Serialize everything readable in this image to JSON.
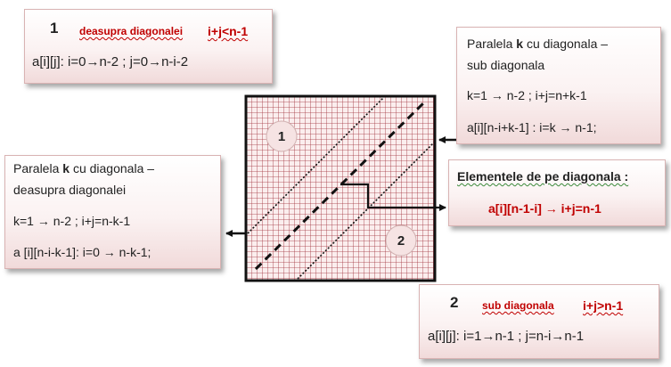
{
  "box_upper": {
    "number": "1",
    "title": "deasupra diagonalei",
    "condition": "i+j<n-1",
    "loop": "a[i][j]:  i=0→n-2 ; j=0→n-i-2"
  },
  "box_parallel_below": {
    "line1_a": "Paralela ",
    "line1_k": "k",
    "line1_b": " cu diagonala –",
    "line2": "sub diagonala",
    "line3": "k=1 → n-2 ;  i+j=n+k-1",
    "line4": "a[i][n-i+k-1] : i=k → n-1;"
  },
  "box_parallel_above": {
    "line1_a": "Paralela ",
    "line1_k": "k",
    "line1_b": " cu diagonala –",
    "line2": "deasupra diagonalei",
    "line3": "k=1 → n-2 ; i+j=n-k-1",
    "line4": "a [i][n-i-k-1]:   i=0 → n-k-1;"
  },
  "box_diagonal": {
    "title": "Elementele de pe diagonala :",
    "formula": "a[i][n-1-i] → i+j=n-1"
  },
  "box_lower": {
    "number": "2",
    "title": "sub  diagonala",
    "condition": "i+j>n-1",
    "loop": "a[i][j]:  i=1→n-1 ; j=n-i→n-1"
  },
  "grid": {
    "region_upper_label": "1",
    "region_lower_label": "2",
    "grid_color": "#a0303a",
    "border_color": "#111111"
  },
  "colors": {
    "accent_red": "#c00000",
    "box_pink": "#f1dada"
  }
}
